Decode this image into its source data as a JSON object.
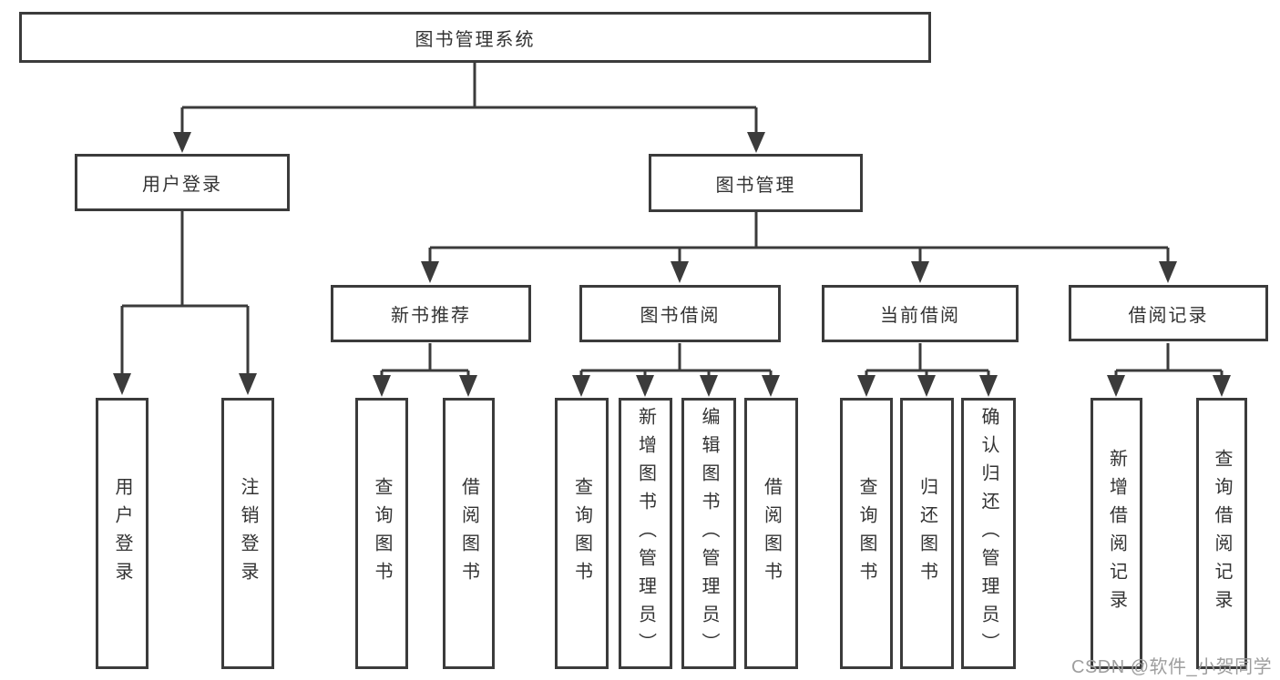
{
  "diagram": {
    "root": {
      "label": "图书管理系统"
    },
    "level2": [
      {
        "label": "用户登录"
      },
      {
        "label": "图书管理"
      }
    ],
    "level3": [
      {
        "label": "新书推荐"
      },
      {
        "label": "图书借阅"
      },
      {
        "label": "当前借阅"
      },
      {
        "label": "借阅记录"
      }
    ],
    "leaves": {
      "user_login": [
        {
          "label": "用户登录"
        },
        {
          "label": "注销登录"
        }
      ],
      "new_books": [
        {
          "label": "查询图书"
        },
        {
          "label": "借阅图书"
        }
      ],
      "book_borrow": [
        {
          "label": "查询图书"
        },
        {
          "label": "新增图书（管理员）"
        },
        {
          "label": "编辑图书（管理员）"
        },
        {
          "label": "借阅图书"
        }
      ],
      "current_borrow": [
        {
          "label": "查询图书"
        },
        {
          "label": "归还图书"
        },
        {
          "label": "确认归还（管理员）"
        }
      ],
      "borrow_records": [
        {
          "label": "新增借阅记录"
        },
        {
          "label": "查询借阅记录"
        }
      ]
    }
  },
  "watermark": {
    "text": "CSDN @软件_小贺同学"
  },
  "colors": {
    "line": "#3b3b3b",
    "text": "#333333",
    "watermark": "#9e9e9e",
    "background": "#ffffff"
  }
}
